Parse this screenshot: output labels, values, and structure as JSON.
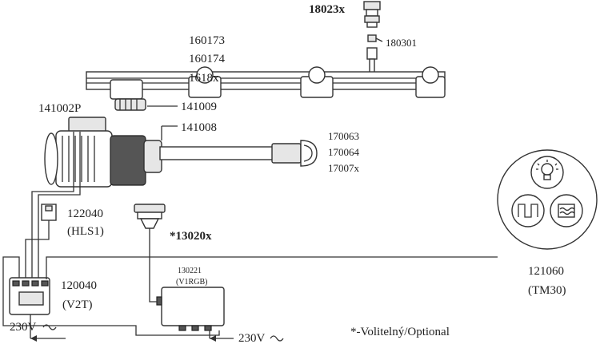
{
  "labels": {
    "nozzle_top": "18023x",
    "adapter": "180301",
    "rail_codes": [
      "160173",
      "160174",
      "1618x"
    ],
    "clip": "141009",
    "pump_top": "141002P",
    "pump_connector": "141008",
    "pipe_codes": [
      "170063",
      "170064",
      "17007x"
    ],
    "sensor_code": "122040",
    "sensor_name": "(HLS1)",
    "optional_part": "*13020x",
    "controller_code": "120040",
    "controller_name": "(V2T)",
    "rgb_code": "130221",
    "rgb_name": "(V1RGB)",
    "panel_code": "121060",
    "panel_name": "(TM30)",
    "power_left": "230V",
    "power_right": "230V",
    "footnote": "*-Volitelný/Optional"
  },
  "icons": {
    "panel_top": "light-bulb-icon",
    "panel_left": "pump-wave-icon",
    "panel_right": "heater-icon",
    "ac_symbol": "alternating-current-icon"
  }
}
